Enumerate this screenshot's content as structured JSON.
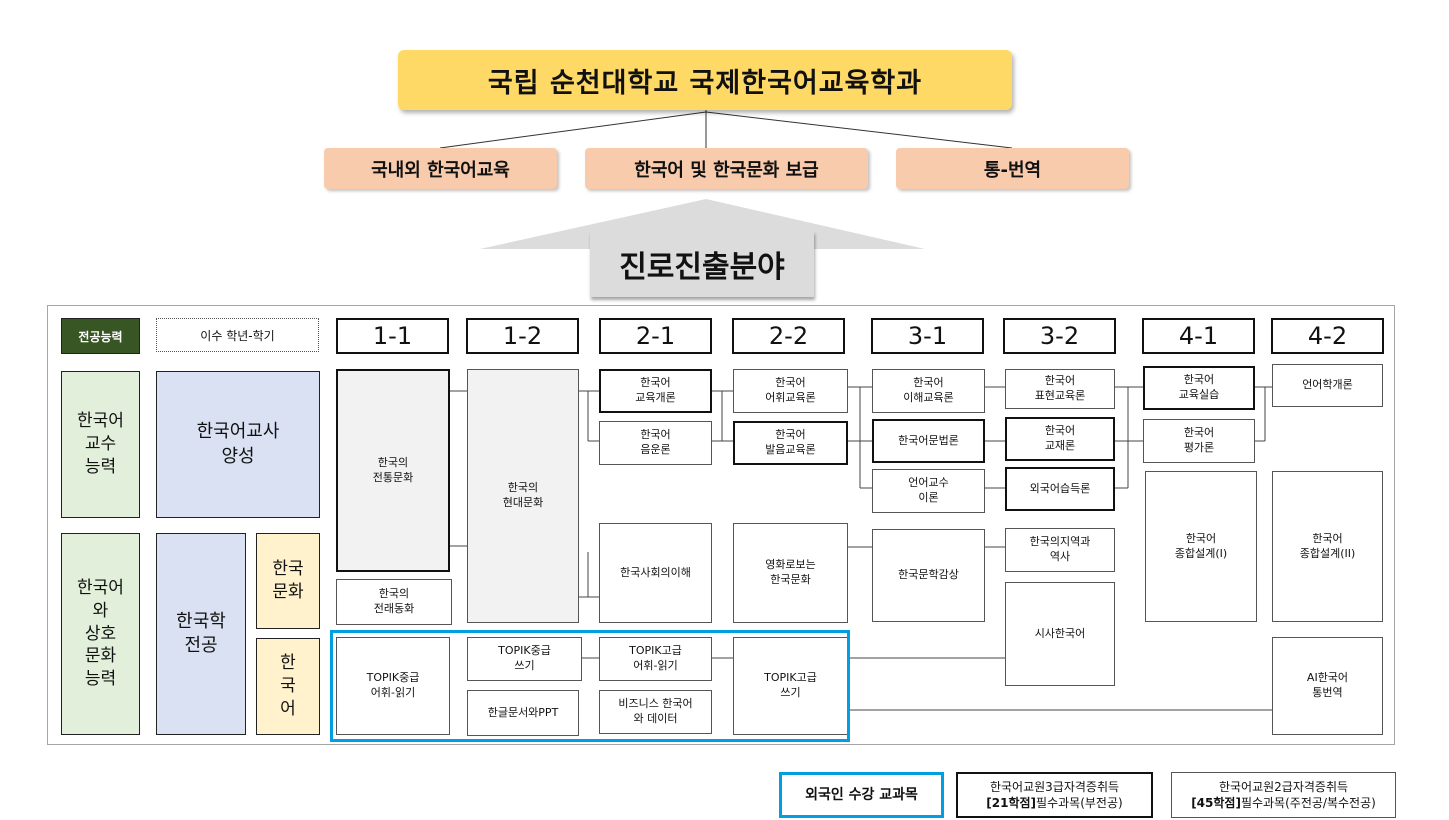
{
  "title": "국립 순천대학교 국제한국어교육학과",
  "careers": [
    "국내외 한국어교육",
    "한국어 및 한국문화 보급",
    "통-번역"
  ],
  "career_banner": "진로진출분야",
  "header": {
    "competency_label": "전공능력",
    "semester_label": "이수 학년-학기",
    "semesters": [
      "1-1",
      "1-2",
      "2-1",
      "2-2",
      "3-1",
      "3-2",
      "4-1",
      "4-2"
    ]
  },
  "competencies": {
    "teaching": "한국어\n교수\n능력",
    "interaction": "한국어\n와\n상호\n문화\n능력"
  },
  "tracks": {
    "teacher": "한국어교사\n양성",
    "koreanology": "한국학\n전공",
    "culture": "한국\n문화",
    "language": "한\n국\n어"
  },
  "courses": {
    "c11a": "한국의\n전통문화",
    "c11b": "한국의\n전래동화",
    "c11c": "TOPIK중급\n어휘-읽기",
    "c12a": "한국의\n현대문화",
    "c12b": "TOPIK중급\n쓰기",
    "c12c": "한글문서와PPT",
    "c21a": "한국어\n교육개론",
    "c21b": "한국어\n음운론",
    "c21c": "한국사회의이해",
    "c21d": "TOPIK고급\n어휘-읽기",
    "c21e": "비즈니스 한국어\n와 데이터",
    "c22a": "한국어\n어휘교육론",
    "c22b": "한국어\n발음교육론",
    "c22c": "영화로보는\n한국문화",
    "c22d": "TOPIK고급\n쓰기",
    "c31a": "한국어\n이해교육론",
    "c31b": "한국어문법론",
    "c31c": "언어교수\n이론",
    "c31d": "한국문학감상",
    "c32a": "한국어\n표현교육론",
    "c32b": "한국어\n교재론",
    "c32c": "외국어습득론",
    "c32d": "한국의지역과\n역사",
    "c32e": "시사한국어",
    "c41a": "한국어\n교육실습",
    "c41b": "한국어\n평가론",
    "c41c": "한국어\n종합설계(I)",
    "c42a": "언어학개론",
    "c42b": "한국어\n종합설계(II)",
    "c42c": "AI한국어\n통번역"
  },
  "legend": {
    "foreign": "외국인 수강 교과목",
    "grade3_line1": "한국어교원3급자격증취득",
    "grade3_bold": "[21학점]",
    "grade3_rest": "필수과목(부전공)",
    "grade2_line1": "한국어교원2급자격증취득",
    "grade2_bold": "[45학점]",
    "grade2_rest": "필수과목(주전공/복수전공)"
  },
  "colors": {
    "title_bg": "#ffd966",
    "career_bg": "#f8cbad",
    "competency_bg": "#e2efda",
    "track_bg": "#d9e1f2",
    "subtrack_bg": "#fff2cc",
    "header_badge_bg": "#375623",
    "foreign_outline": "#00a0e0"
  }
}
